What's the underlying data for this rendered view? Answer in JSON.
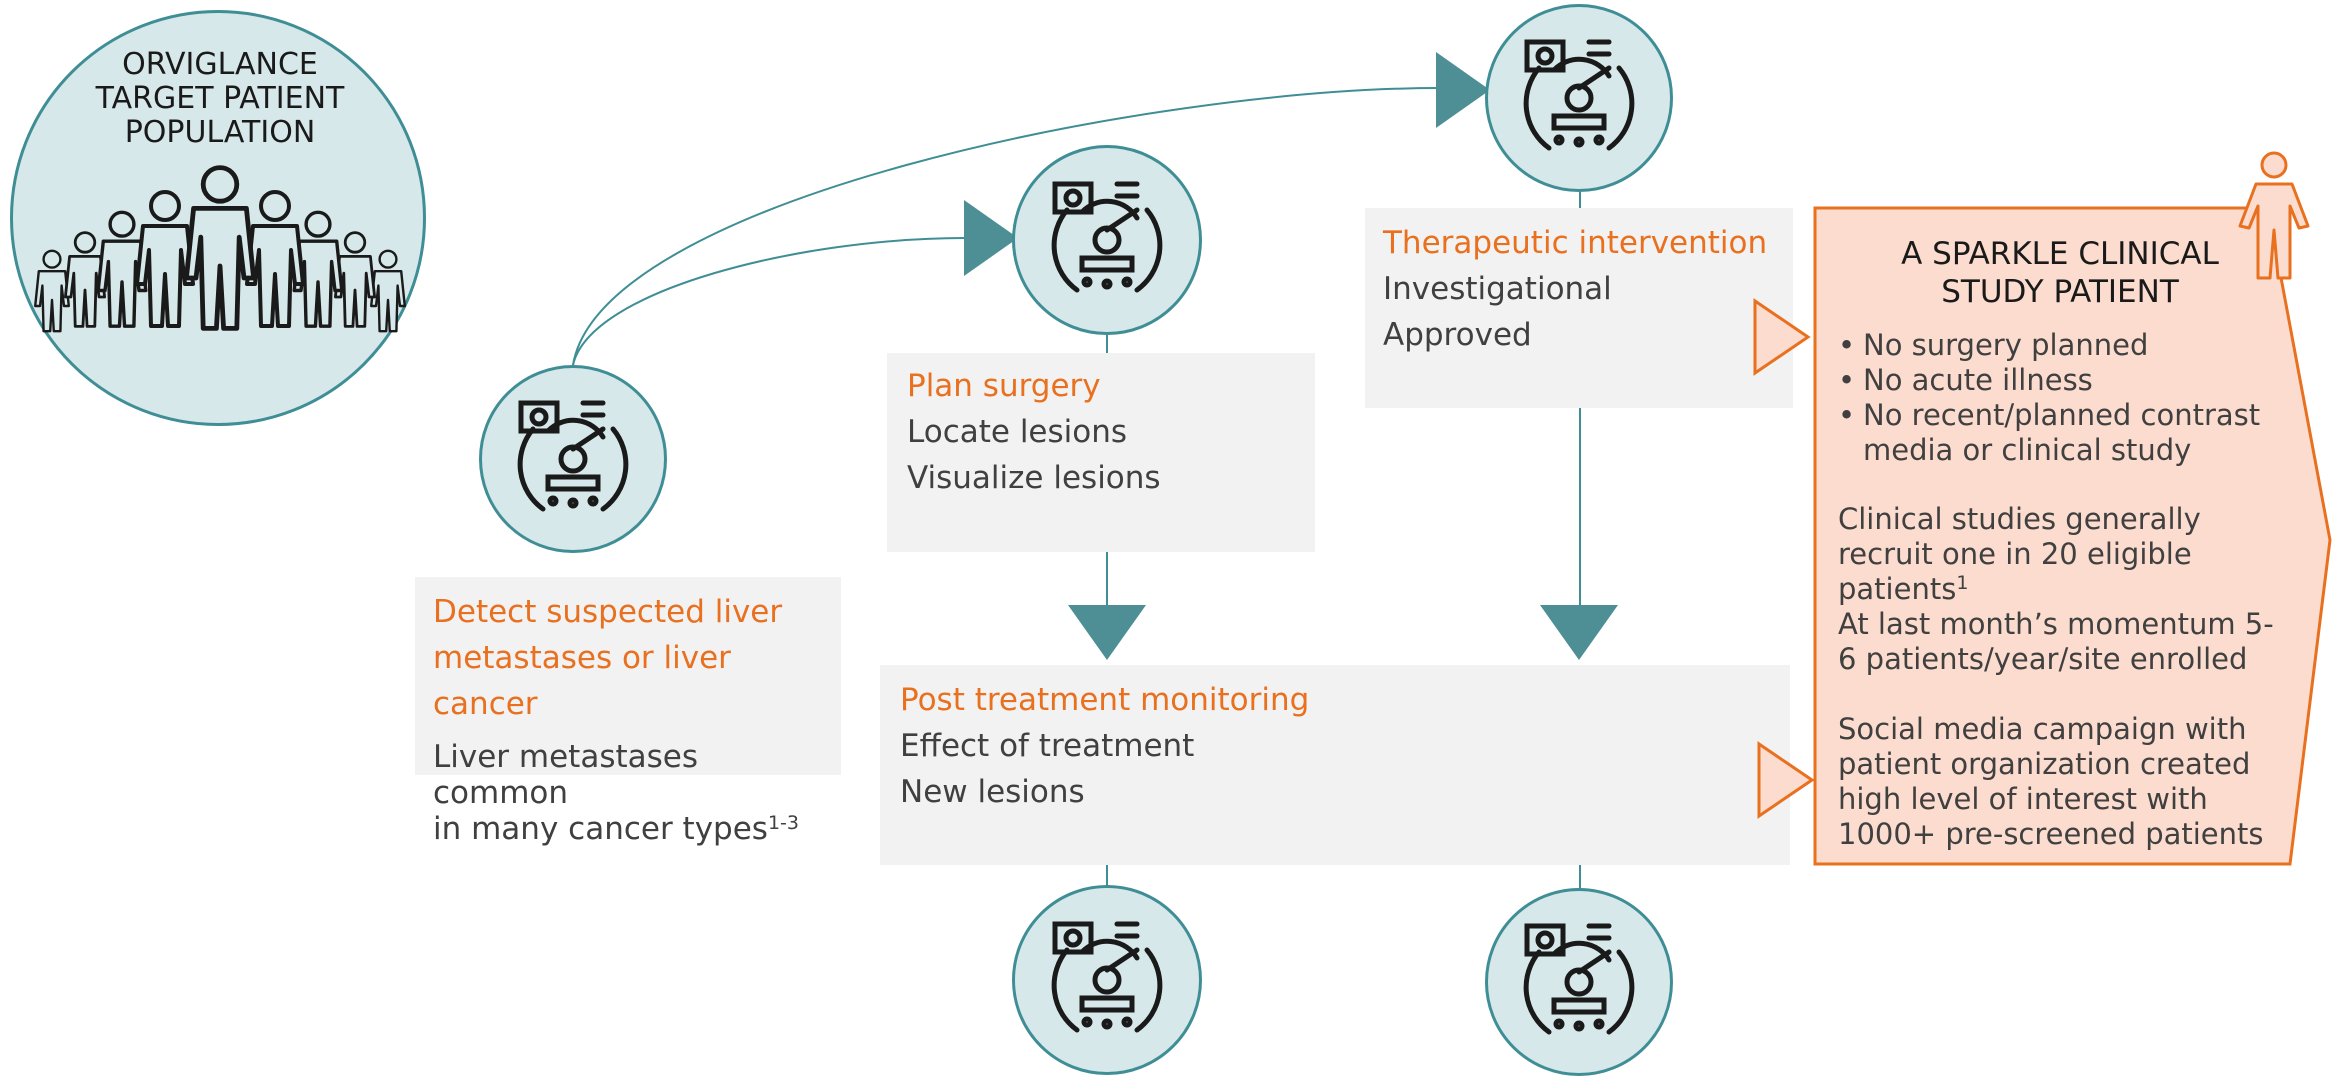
{
  "population": {
    "title_lines": [
      "ORVIGLANCE",
      "TARGET PATIENT",
      "POPULATION"
    ],
    "icon": "people-crowd-icon"
  },
  "scanner_icon": "mri-scanner-icon",
  "steps": {
    "detect": {
      "title_lines": [
        "Detect suspected liver",
        "metastases or liver cancer"
      ],
      "text_lines": [
        "Liver metastases common",
        "in many cancer types"
      ],
      "sup": "1-3"
    },
    "plan": {
      "title": "Plan surgery",
      "lines": [
        "Locate lesions",
        "Visualize lesions"
      ]
    },
    "therapy": {
      "title": "Therapeutic intervention",
      "lines": [
        "Investigational",
        "Approved"
      ]
    },
    "monitor": {
      "title": "Post treatment monitoring",
      "lines": [
        "Effect of treatment",
        "New lesions"
      ]
    }
  },
  "sparkle": {
    "title_lines": [
      "A SPARKLE CLINICAL",
      "STUDY PATIENT"
    ],
    "icon": "person-icon",
    "bullets": [
      "No surgery planned",
      "No acute illness",
      "No recent/planned contrast media or clinical study"
    ],
    "para1": "Clinical studies generally recruit one in 20 eligible patients",
    "para1_sup": "1",
    "para2": "At last month’s momentum 5-6 patients/year/site enrolled",
    "para3": "Social media campaign with patient organization created high level of interest with 1000+ pre-screened patients"
  },
  "colors": {
    "teal": "#3f8e95",
    "arrow_teal": "#4e8f96",
    "circle_fill": "#d6e8ea",
    "orange": "#e8701f",
    "orange_fill": "#fbdcce",
    "box_grey": "#f2f2f2"
  }
}
